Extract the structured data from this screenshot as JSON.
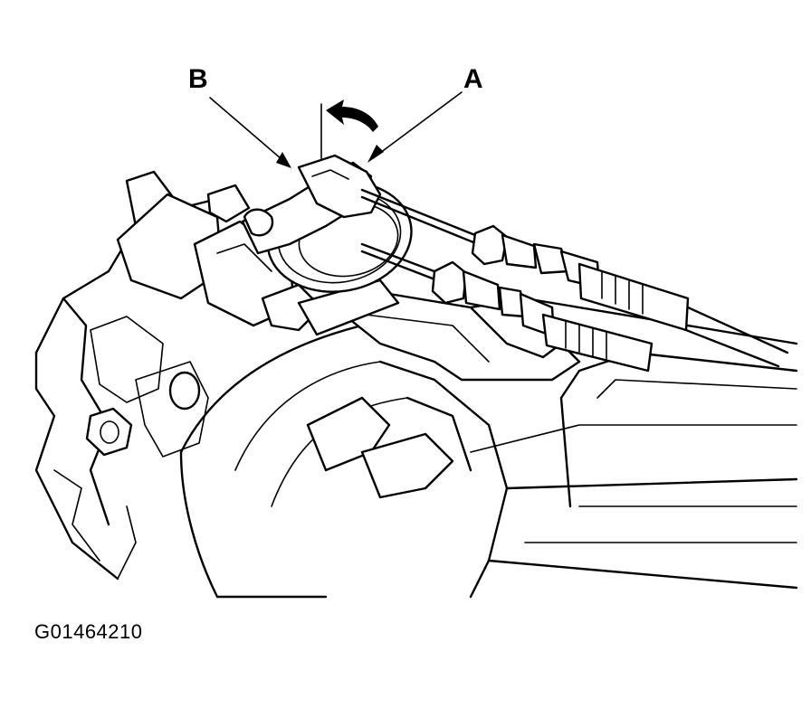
{
  "callouts": {
    "a": "A",
    "b": "B"
  },
  "figure_id": "G01464210",
  "colors": {
    "ink": "#000000",
    "paper": "#ffffff"
  },
  "icons": {
    "rotation_arrow": "curved-arrow-left-icon"
  }
}
